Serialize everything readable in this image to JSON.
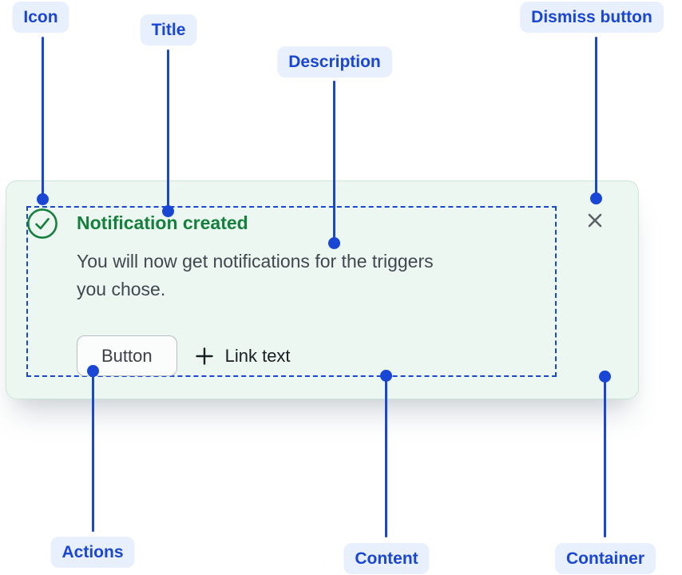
{
  "colors": {
    "accent": "#1a46d5",
    "accent_bg": "#e8effd",
    "success": "#15803d",
    "card_bg": "#ecf7f1",
    "card_border": "#cde6d8",
    "text": "#42474f",
    "dismiss_icon": "#5a6066",
    "link_text": "#191c20",
    "button_bg": "#fbfcfc",
    "button_border": "#b7bdc4",
    "button_text": "#3b4046"
  },
  "annotations": {
    "icon": "Icon",
    "title": "Title",
    "description": "Description",
    "dismiss": "Dismiss button",
    "actions": "Actions",
    "content": "Content",
    "container": "Container"
  },
  "notification": {
    "title": "Notification created",
    "description": "You will now get notifications for the triggers you chose.",
    "description_lines": [
      "You will now get notifications for the triggers",
      "you chose."
    ],
    "button_label": "Button",
    "link_label": "Link text",
    "icons": {
      "status": "check-circle",
      "link": "plus",
      "dismiss": "close-x"
    }
  }
}
